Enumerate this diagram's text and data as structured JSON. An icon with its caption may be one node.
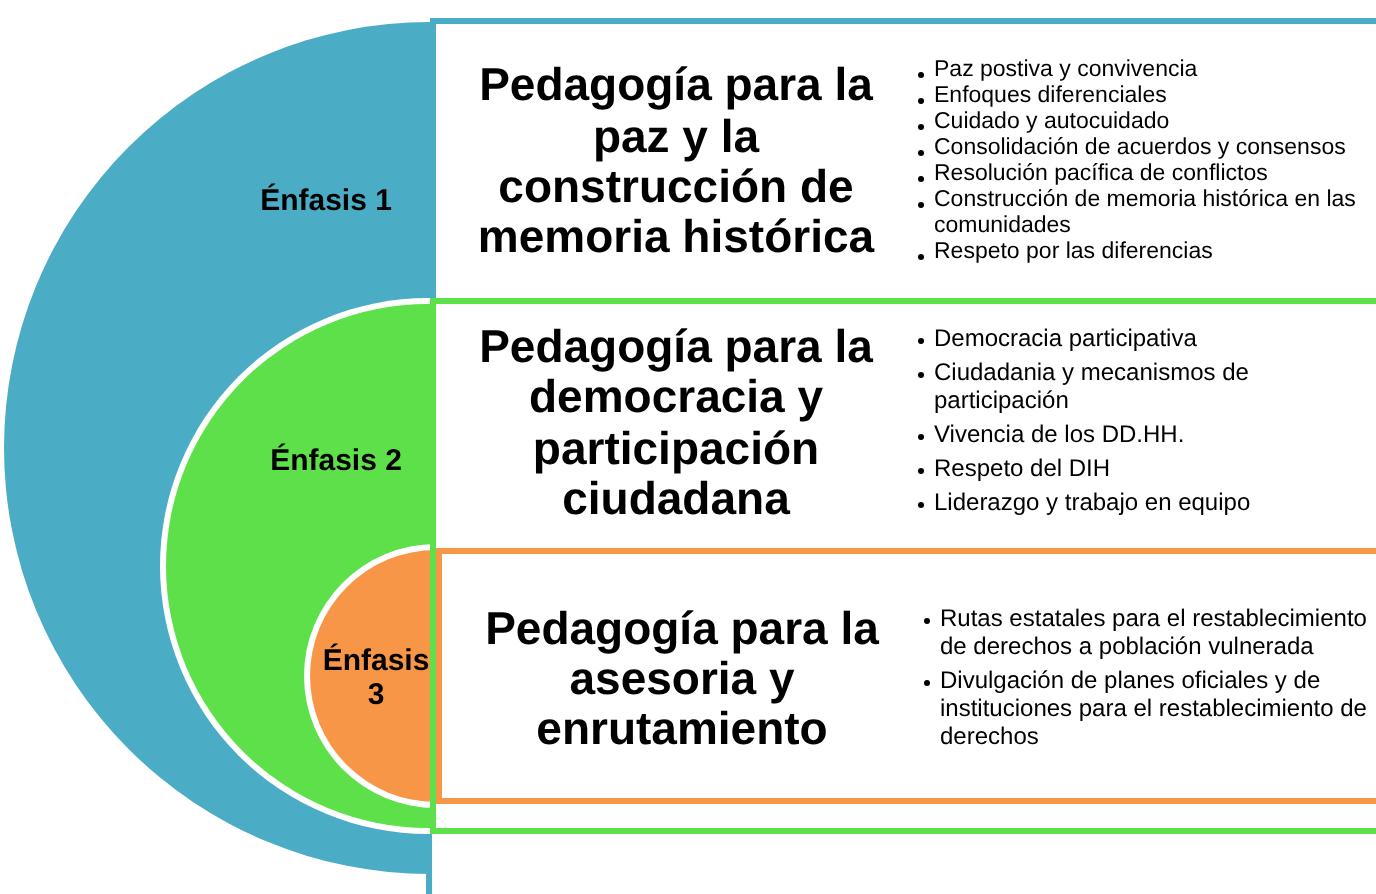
{
  "diagram": {
    "nodes": [
      {
        "text": [
          "Énfasis 1"
        ]
      },
      {
        "text": [
          "Énfasis 2"
        ],
        "in": 0
      },
      {
        "text": [
          "Énfasis 3"
        ],
        "in": 1
      },
      {
        "text": [
          "Pedagogía para la paz y la construcción de memoria histórica",
          "Paz postiva y convivencia",
          "Enfoques diferenciales",
          "Cuidado y autocuidado",
          "Consolidación de acuerdos y consensos",
          "Resolución pacífica de conflictos",
          "Construcción de memoria histórica en las comunidades",
          "Respeto por las diferencias"
        ]
      },
      {
        "text": [
          "Pedagogía para la democracia y participación ciudadana",
          "Democracia participativa",
          "Ciudadania y mecanismos de participación",
          "Vivencia de los DD.HH.",
          "Respeto del DIH",
          "Liderazgo y trabajo en equipo"
        ]
      },
      {
        "text": [
          "Pedagogía para la asesoria y enrutamiento",
          "Rutas estatales para el restablecimiento de derechos a población vulnerada",
          "Divulgación de planes oficiales y de instituciones para el restablecimiento de derechos"
        ],
        "in": 4
      }
    ]
  }
}
